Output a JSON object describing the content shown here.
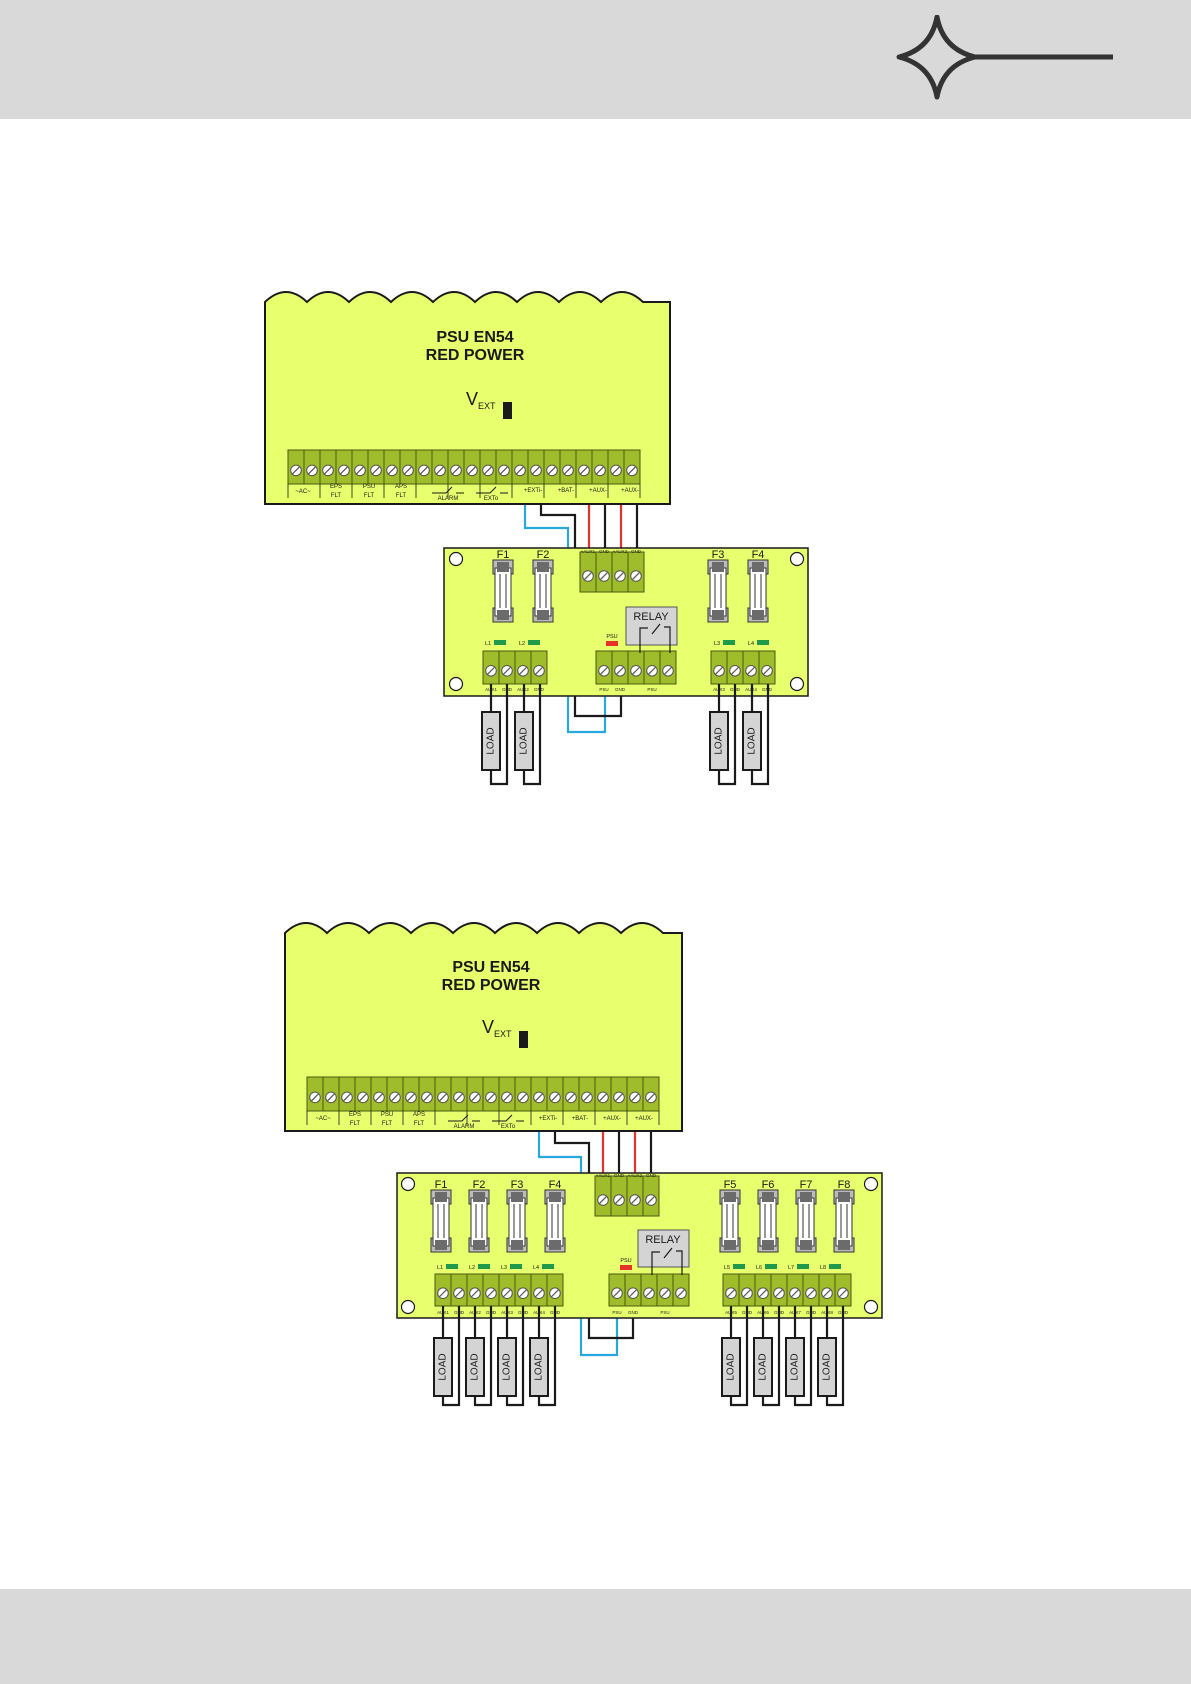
{
  "colors": {
    "board": "#e8ff6e",
    "terminal": "#9fbd2a",
    "outline": "#1a1a1a",
    "wire_red": "#e4322b",
    "wire_blue": "#29a8df",
    "led_green": "#1f9a4a",
    "led_red": "#e4322b",
    "band": "#d9d9d9",
    "relay_box": "#d4d4d4"
  },
  "header": {
    "logo_icon": "four-point-star-with-line-icon"
  },
  "diagram1": {
    "psu": {
      "title_line1": "PSU EN54",
      "title_line2": "RED POWER",
      "vext": "V",
      "vext_sub": "EXT"
    },
    "psu_labels": [
      "~AC~",
      "EPS",
      "FLT",
      "PSU",
      "FLT",
      "APS",
      "FLT",
      "ALARM",
      "EXTo",
      "+EXTi-",
      "+BAT-",
      "+AUX-",
      "+AUX-"
    ],
    "module": {
      "fuses_left": [
        "F1",
        "F2"
      ],
      "fuses_right": [
        "F3",
        "F4"
      ],
      "leds_left": [
        "L1",
        "L2"
      ],
      "leds_right": [
        "L3",
        "L4"
      ],
      "psu_led": "PSU",
      "relay": "RELAY",
      "in_labels": [
        "+AUX1",
        "GND",
        "+AUX2",
        "GND"
      ],
      "out_left_labels": [
        "AUX1",
        "GND",
        "AUX2",
        "GND"
      ],
      "out_mid_labels": [
        "PSU",
        "GND",
        "PSU"
      ],
      "out_right_labels": [
        "AUX3",
        "GND",
        "AUX4",
        "GND"
      ]
    },
    "loads": [
      "LOAD",
      "LOAD",
      "LOAD",
      "LOAD"
    ]
  },
  "diagram2": {
    "psu": {
      "title_line1": "PSU EN54",
      "title_line2": "RED POWER",
      "vext": "V",
      "vext_sub": "EXT"
    },
    "psu_labels": [
      "~AC~",
      "EPS",
      "FLT",
      "PSU",
      "FLT",
      "APS",
      "FLT",
      "ALARM",
      "EXTo",
      "+EXTi-",
      "+BAT-",
      "+AUX-",
      "+AUX-"
    ],
    "module": {
      "fuses_left": [
        "F1",
        "F2",
        "F3",
        "F4"
      ],
      "fuses_right": [
        "F5",
        "F6",
        "F7",
        "F8"
      ],
      "leds_left": [
        "L1",
        "L2",
        "L3",
        "L4"
      ],
      "leds_right": [
        "L5",
        "L6",
        "L7",
        "L8"
      ],
      "psu_led": "PSU",
      "relay": "RELAY",
      "in_labels": [
        "+AUX1",
        "GND",
        "+AUX2",
        "GND"
      ],
      "out_left_labels": [
        "AUX1",
        "GND",
        "AUX2",
        "GND",
        "AUX3",
        "GND",
        "AUX4",
        "GND"
      ],
      "out_mid_labels": [
        "PSU",
        "GND",
        "PSU"
      ],
      "out_right_labels": [
        "AUX5",
        "GND",
        "AUX6",
        "GND",
        "AUX7",
        "GND",
        "AUX8",
        "GND"
      ]
    },
    "loads": [
      "LOAD",
      "LOAD",
      "LOAD",
      "LOAD",
      "LOAD",
      "LOAD",
      "LOAD",
      "LOAD"
    ]
  }
}
